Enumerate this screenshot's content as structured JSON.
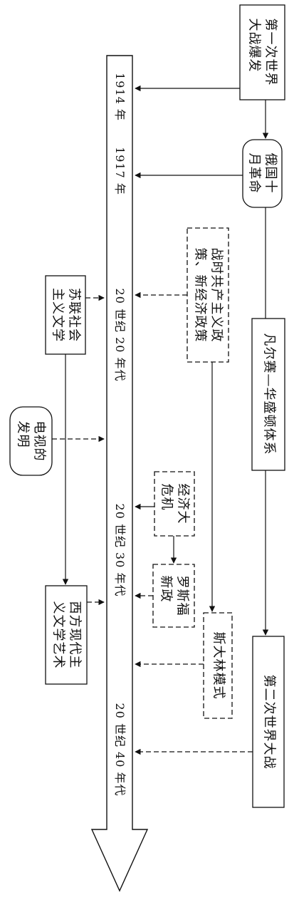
{
  "timeline": {
    "labels": [
      "1914 年",
      "1917 年",
      "20 世纪 20 年代",
      "20 世纪 30 年代",
      "20 世纪 40 年代"
    ]
  },
  "events": {
    "ww1": [
      "第一次世界",
      "大战爆发"
    ],
    "october_revolution": [
      "俄国十",
      "月革命"
    ],
    "war_communism": [
      "战时共产主义政",
      "策、新经济政策"
    ],
    "versailles": [
      "凡尔赛—华盛顿体系"
    ],
    "soviet_literature": [
      "苏联社会",
      "主义文学"
    ],
    "tv_invention": [
      "电视的",
      "发明"
    ],
    "great_depression": [
      "经济大",
      "危机"
    ],
    "new_deal": [
      "罗斯福",
      "新政"
    ],
    "stalin_model": [
      "斯大林模式"
    ],
    "western_art": [
      "西方现代主",
      "义文学艺术"
    ],
    "ww2": [
      "第二次世界大战"
    ]
  }
}
